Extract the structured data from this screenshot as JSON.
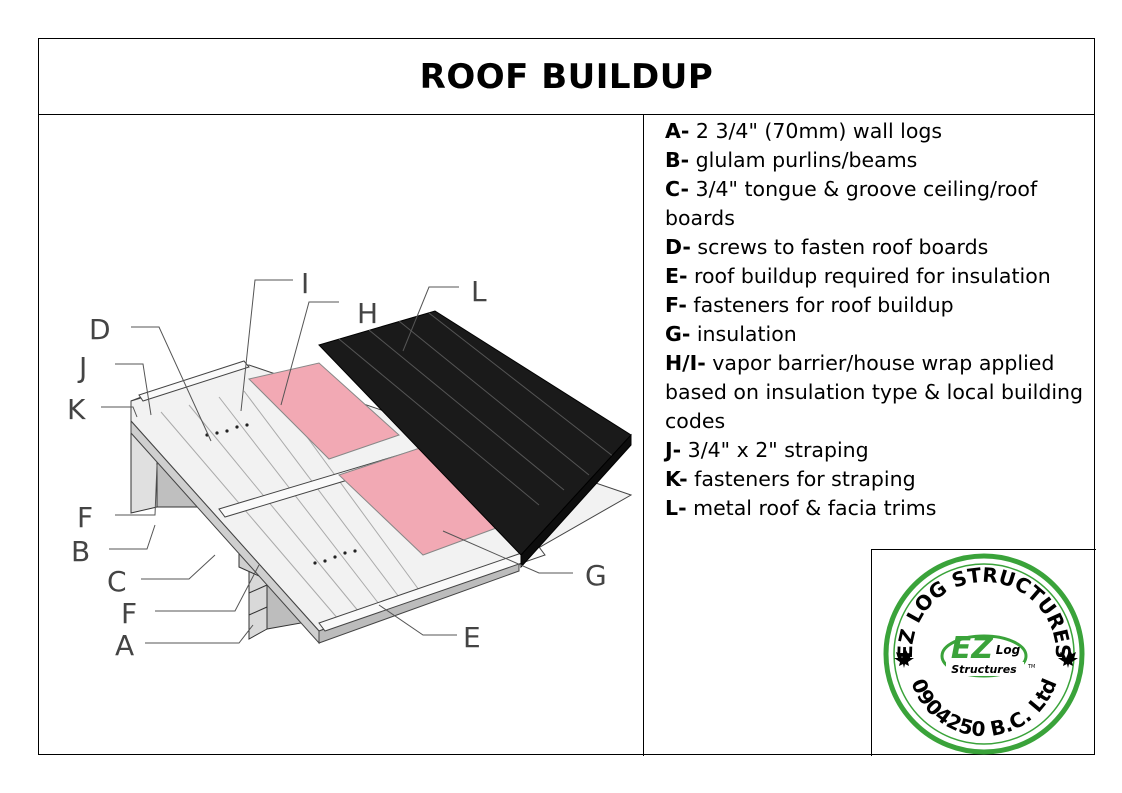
{
  "title": "ROOF BUILDUP",
  "legend": [
    {
      "key": "A-",
      "text": " 2 3/4\" (70mm) wall logs"
    },
    {
      "key": "B-",
      "text": " glulam purlins/beams"
    },
    {
      "key": "C-",
      "text": " 3/4\" tongue & groove ceiling/roof boards"
    },
    {
      "key": "D-",
      "text": " screws to fasten roof boards"
    },
    {
      "key": "E-",
      "text": " roof buildup required for insulation"
    },
    {
      "key": "F-",
      "text": " fasteners for roof buildup"
    },
    {
      "key": "G-",
      "text": " insulation"
    },
    {
      "key": "H/I-",
      "text": " vapor barrier/house wrap applied based on insulation type & local building codes"
    },
    {
      "key": "J-",
      "text": " 3/4\" x 2\" straping"
    },
    {
      "key": "K-",
      "text": " fasteners for straping"
    },
    {
      "key": "L-",
      "text": " metal roof & facia trims"
    }
  ],
  "labels": {
    "I": "I",
    "H": "H",
    "L": "L",
    "D": "D",
    "J": "J",
    "K": "K",
    "F1": "F",
    "B": "B",
    "C": "C",
    "F2": "F",
    "A": "A",
    "G": "G",
    "E": "E"
  },
  "logo": {
    "top_text": "EZ LOG STRUCTURES",
    "bottom_text": "0904250 B.C. Ltd",
    "brand_big": "EZ",
    "brand_small": "Log",
    "brand_sub": "Structures",
    "tm": "TM"
  },
  "colors": {
    "logo_green": "#3aa33a",
    "insulation_pink": "#f2a9b4",
    "metal_roof": "#1a1a1a"
  }
}
